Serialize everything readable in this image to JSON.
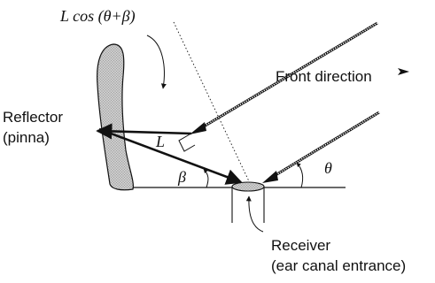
{
  "diagram": {
    "formula_label": "L cos (θ+β)",
    "front_direction_label": "Front direction",
    "reflector_label_line1": "Reflector",
    "reflector_label_line2": "(pinna)",
    "path_length_label": "L",
    "beta_label": "β",
    "theta_label": "θ",
    "receiver_label_line1": "Receiver",
    "receiver_label_line2": "(ear canal entrance)"
  },
  "colors": {
    "ink": "#111111",
    "pinna_fill": "#c7c7c7",
    "receiver_fill": "#c7c7c7"
  }
}
